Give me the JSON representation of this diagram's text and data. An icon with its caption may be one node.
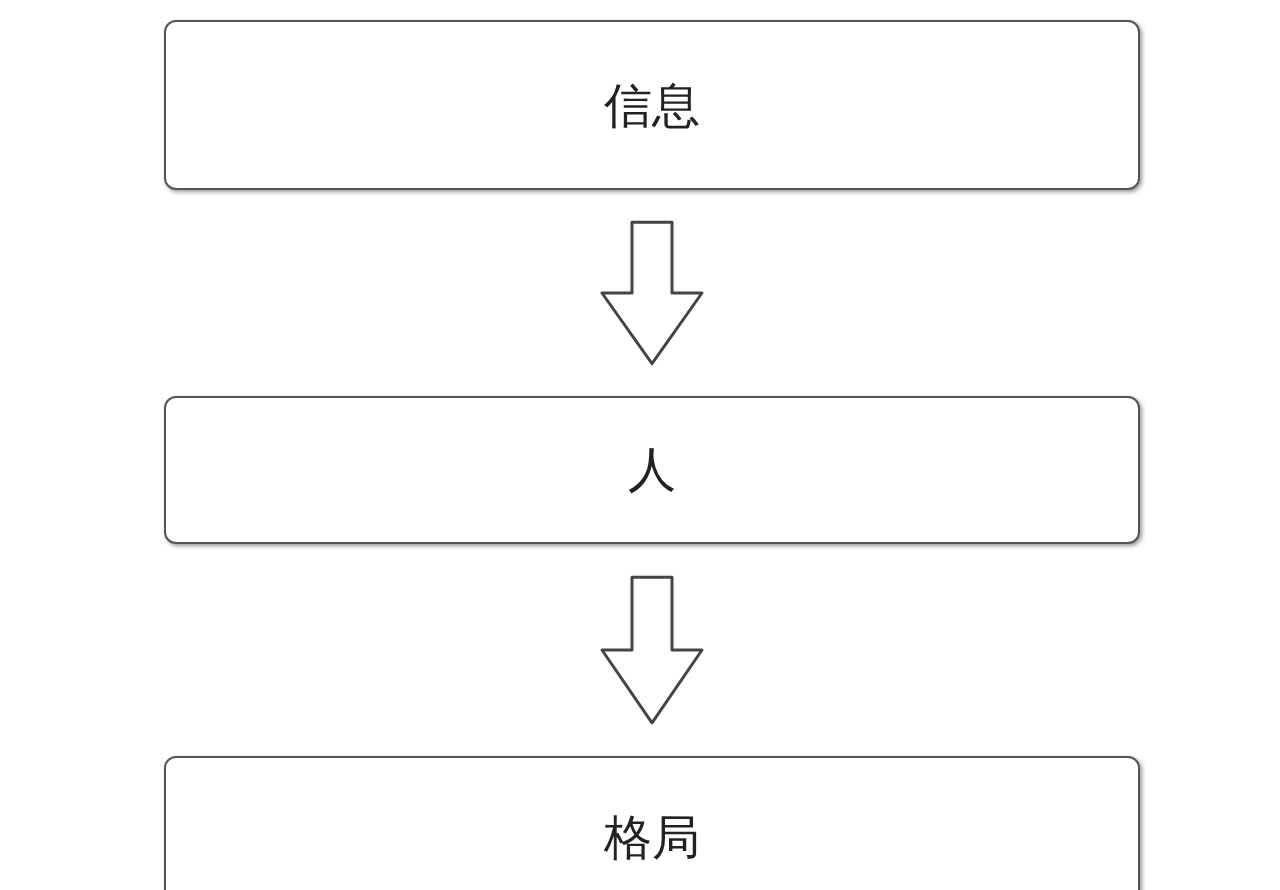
{
  "diagram": {
    "nodes": [
      {
        "text": [
          "信息"
        ]
      },
      {
        "text": [
          "人"
        ]
      },
      {
        "text": [
          "格局"
        ]
      }
    ],
    "edges": [
      {
        "from": 0,
        "to": 1,
        "arrow": "to"
      },
      {
        "from": 1,
        "to": 2,
        "arrow": "to"
      }
    ]
  }
}
